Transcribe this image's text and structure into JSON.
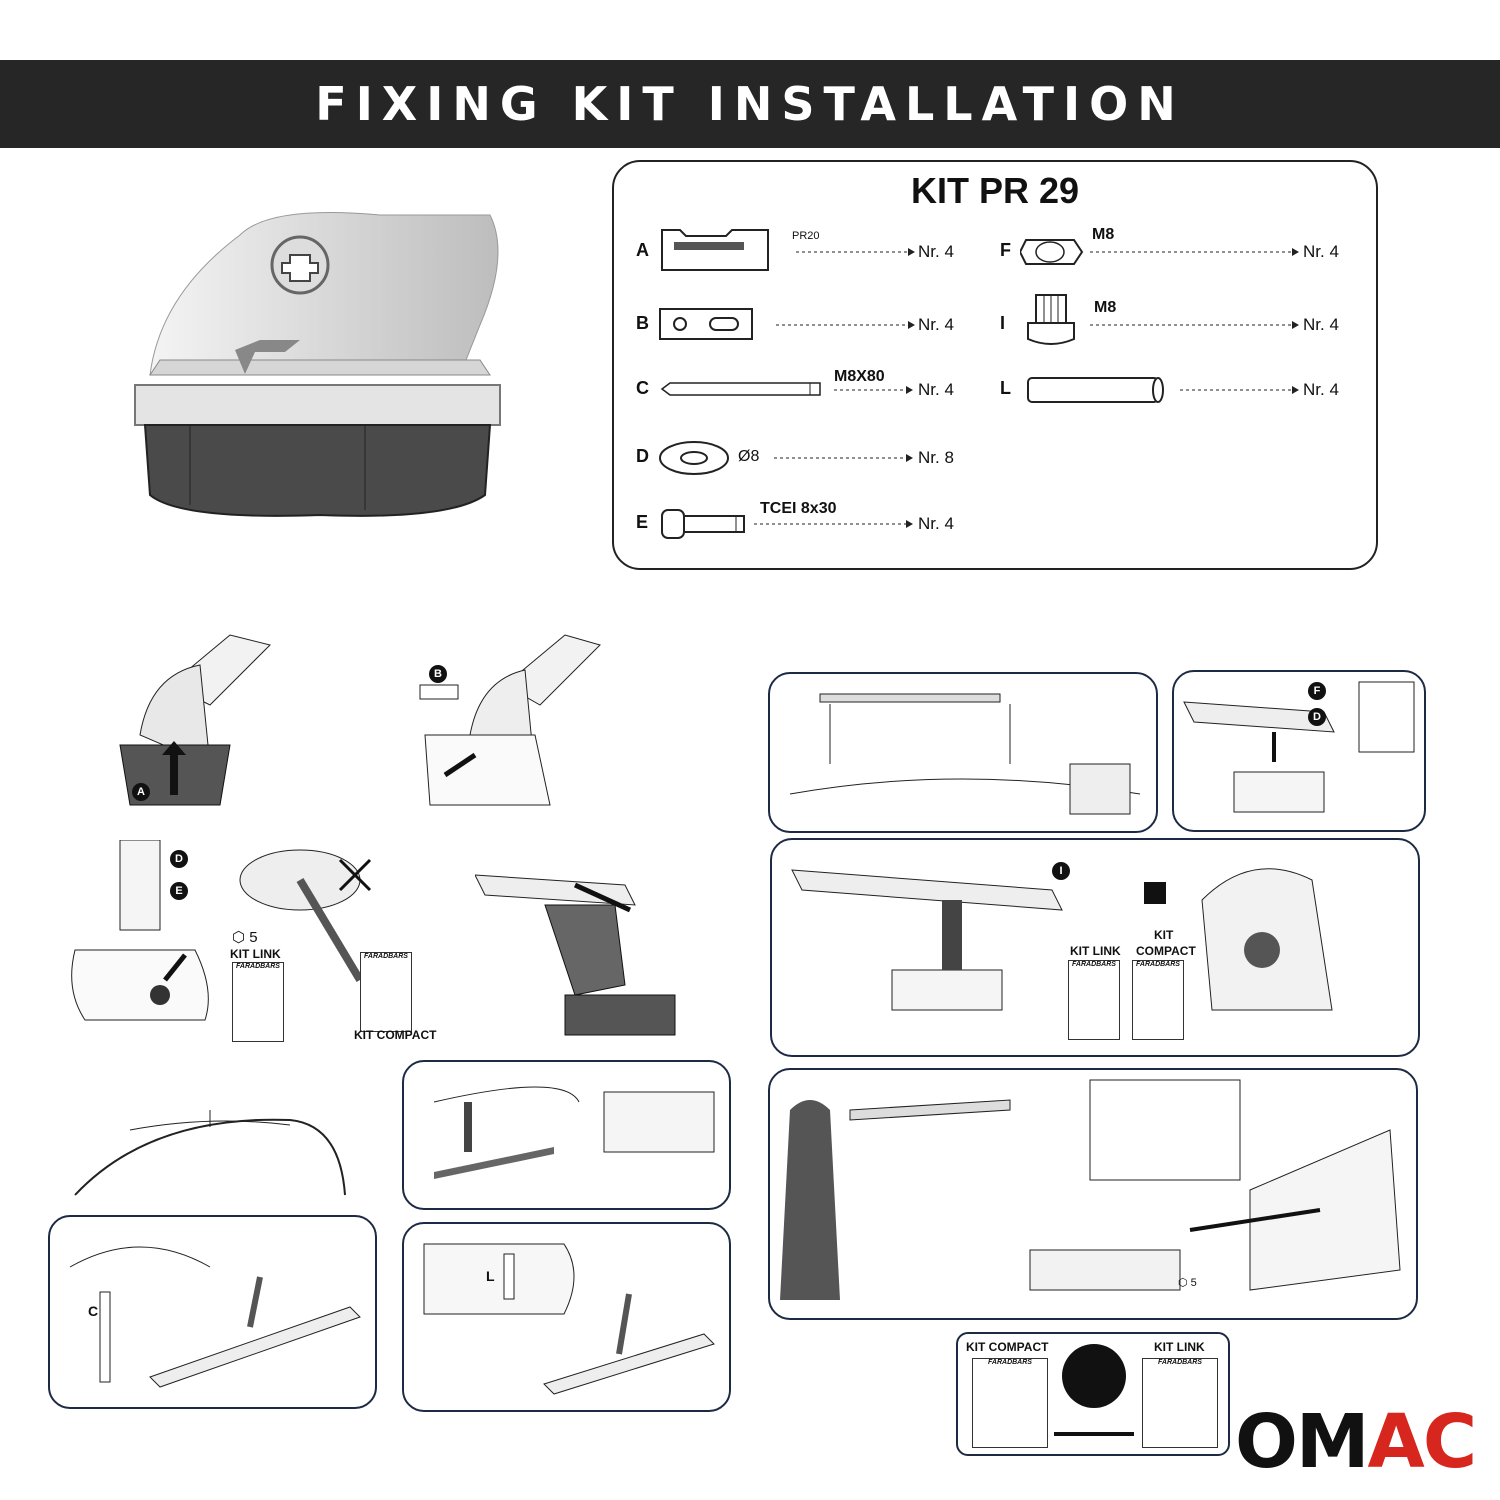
{
  "header": {
    "title": "FIXING KIT INSTALLATION"
  },
  "kit": {
    "title": "KIT PR 29",
    "parts_left": [
      {
        "letter": "A",
        "label": "PR20",
        "qty": "Nr. 4",
        "icon": "foot-pad-icon"
      },
      {
        "letter": "B",
        "label": "",
        "qty": "Nr. 4",
        "icon": "plate-icon"
      },
      {
        "letter": "C",
        "label": "M8X80",
        "qty": "Nr. 4",
        "icon": "rod-icon"
      },
      {
        "letter": "D",
        "label": "Ø8",
        "qty": "Nr. 8",
        "icon": "washer-icon"
      },
      {
        "letter": "E",
        "label": "TCEI 8x30",
        "qty": "Nr. 4",
        "icon": "bolt-icon"
      }
    ],
    "parts_right": [
      {
        "letter": "F",
        "label": "M8",
        "qty": "Nr. 4",
        "icon": "nut-icon"
      },
      {
        "letter": "I",
        "label": "M8",
        "qty": "Nr. 4",
        "icon": "knob-icon"
      },
      {
        "letter": "L",
        "label": "",
        "qty": "Nr. 4",
        "icon": "tube-icon"
      }
    ]
  },
  "steps": {
    "step1_badge": "A",
    "step2_badge": "B",
    "step3": {
      "badge_d": "D",
      "badge_e": "E",
      "tool": "5",
      "kit_link": "KIT LINK",
      "kit_compact": "KIT COMPACT",
      "manual_brand": "FARADBARS"
    },
    "step_c_label": "C",
    "step_l_label": "L",
    "right_top_badges": {
      "f": "F",
      "d": "D"
    },
    "right_mid": {
      "badge_i": "I",
      "kit_link": "KIT LINK",
      "kit_compact_line1": "KIT",
      "kit_compact_line2": "COMPACT"
    },
    "right_bottom_tool": "5",
    "bottom_box": {
      "kit_compact": "KIT COMPACT",
      "kit_link": "KIT LINK"
    }
  },
  "logo": {
    "text_o": "OM",
    "text_a": "AC"
  }
}
